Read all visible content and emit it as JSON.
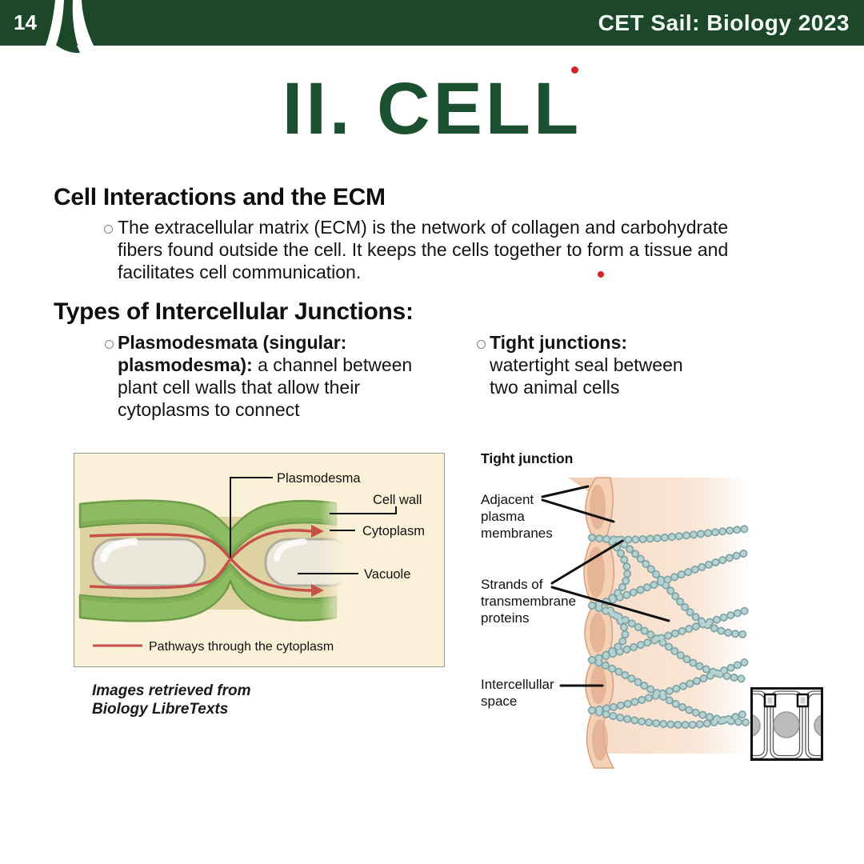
{
  "header": {
    "page_number": "14",
    "course_title": "CET Sail: Biology 2023",
    "bg_color": "#1c4729"
  },
  "title": {
    "text": "II. CELL",
    "color": "#1b5130"
  },
  "accent": {
    "red_dot_color": "#d6232a"
  },
  "sections": {
    "ecm": {
      "heading": "Cell Interactions and the ECM",
      "bullet": "The extracellular matrix (ECM) is the network of collagen and carbohydrate fibers found outside the cell. It keeps the cells together to form a tissue and facilitates cell communication."
    },
    "junctions": {
      "heading": "Types of Intercellular Junctions:",
      "plasmodesmata": {
        "lead": "Plasmodesmata (singular: plasmodesma):",
        "rest": " a channel between plant cell walls that allow their cytoplasms to connect"
      },
      "tight": {
        "lead": "Tight junctions:",
        "rest": " watertight seal between two animal cells"
      }
    }
  },
  "figure_plasmodesma": {
    "labels": {
      "plasmodesma": "Plasmodesma",
      "cell_wall": "Cell wall",
      "cytoplasm": "Cytoplasm",
      "vacuole": "Vacuole",
      "legend": "Pathways through the cytoplasm"
    },
    "colors": {
      "background": "#fbf1d9",
      "cell_wall_green": "#8cbb61",
      "cell_wall_edge": "#6d9b49",
      "cytoplasm_tan": "#ded2a0",
      "vacuole": "#ebe7da",
      "pathway_red": "#c7504b"
    }
  },
  "figure_tight_junction": {
    "title": "Tight junction",
    "labels": {
      "adjacent": [
        "Adjacent",
        "plasma",
        "membranes"
      ],
      "strands": [
        "Strands of",
        "transmembrane",
        "proteins"
      ],
      "space": [
        "Intercellullar",
        "space"
      ]
    },
    "colors": {
      "membrane_peach": "#f4d0b5",
      "membrane_edge": "#d79f80",
      "protein_teal": "#9fc1c2",
      "interior_peach": "#f7ddc9"
    }
  },
  "credits": {
    "line1": "Images retrieved from",
    "line2": "Biology LibreTexts"
  }
}
